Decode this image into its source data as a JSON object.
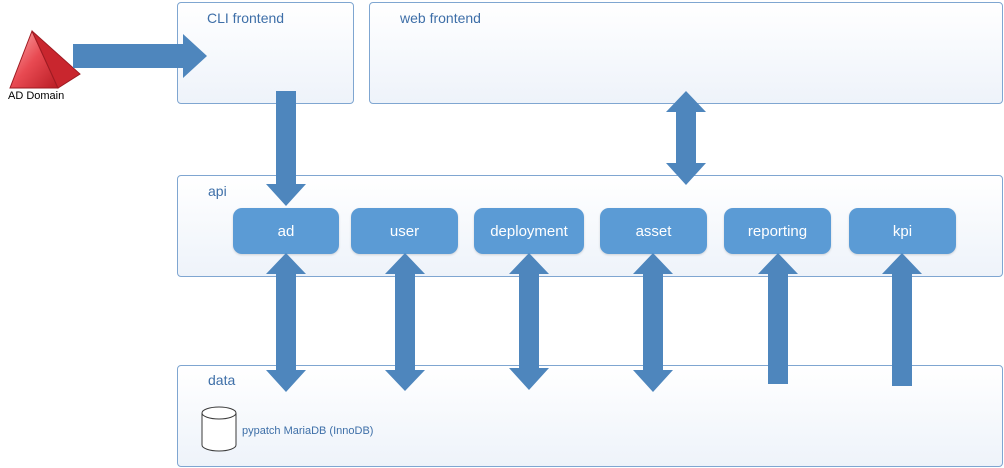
{
  "ad_domain": {
    "label": "AD Domain",
    "icon": "pyramid-icon",
    "color": "#e04a4f"
  },
  "cli_frontend": {
    "title": "CLI frontend"
  },
  "web_frontend": {
    "title": "web frontend"
  },
  "api": {
    "title": "api",
    "modules": [
      "ad",
      "user",
      "deployment",
      "asset",
      "reporting",
      "kpi"
    ]
  },
  "data": {
    "title": "data",
    "database": {
      "label": "pypatch MariaDB (InnoDB)",
      "icon": "database-icon"
    }
  },
  "colors": {
    "arrow": "#4e86bd",
    "module": "#5b9bd5",
    "box_border": "#7fa6d1",
    "title_text": "#3e6fa8"
  }
}
